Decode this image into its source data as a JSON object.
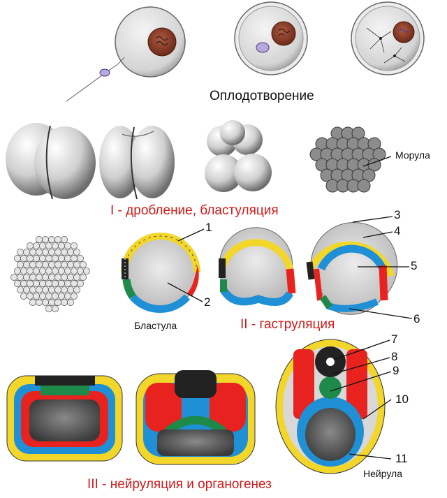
{
  "titles": {
    "fertilization": "Оплодотворение",
    "stage1": "I - дробление, бластуляция",
    "stage2": "II - гаструляция",
    "stage3": "III - нейруляция и органогенез"
  },
  "labels": {
    "morula": "Морула",
    "blastula": "Бластула",
    "neurula": "Нейрула"
  },
  "callouts": [
    "1",
    "2",
    "3",
    "4",
    "5",
    "6",
    "7",
    "8",
    "9",
    "10",
    "11"
  ],
  "colors": {
    "ectoderm": "#f2d62a",
    "mesoderm": "#e8231f",
    "endoderm": "#1f8fd6",
    "notochord": "#1e8a4a",
    "neural": "#111111",
    "title_red": "#d11a1a"
  }
}
